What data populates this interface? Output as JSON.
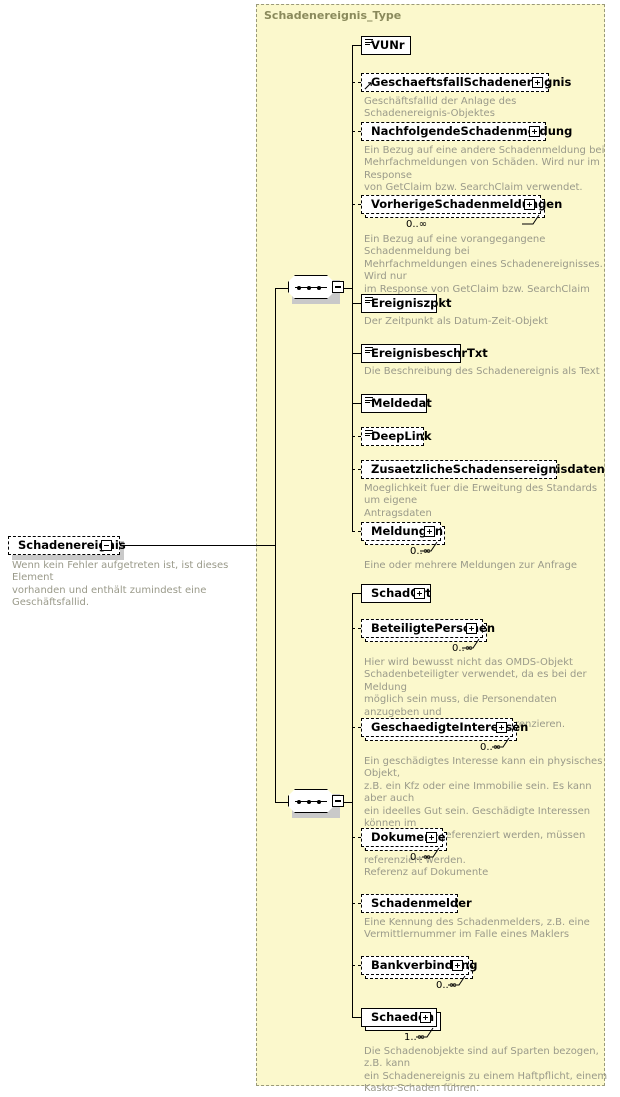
{
  "diagram": {
    "kind": "xsd-schema-diagram",
    "type_container_title": "Schadenereignis_Type",
    "root": {
      "name": "Schadenereignis",
      "optional": true,
      "toggle": "minus",
      "annotation": "Wenn kein Fehler aufgetreten ist, ist dieses Element\nvorhanden und enthält zumindest eine Geschäftsfallid."
    },
    "compositors": [
      {
        "name": "sequence-1",
        "glyph": "sequence-dots",
        "toggle": "minus"
      },
      {
        "name": "sequence-2",
        "glyph": "sequence-dots",
        "toggle": "minus"
      }
    ],
    "groups": [
      {
        "id": "group-1",
        "elements": [
          {
            "name": "VUNr",
            "optional": false,
            "simple_type_glyph": true,
            "reference_glyph": false,
            "expandable": false,
            "multiplicity": "",
            "annotation": ""
          },
          {
            "name": "GeschaeftsfallSchadenereignis",
            "optional": true,
            "simple_type_glyph": false,
            "reference_glyph": true,
            "expandable": true,
            "multiplicity": "",
            "annotation": "Geschäftsfallid der Anlage des Schadenereignis-Objektes"
          },
          {
            "name": "NachfolgendeSchadenmeldung",
            "optional": true,
            "simple_type_glyph": false,
            "reference_glyph": false,
            "expandable": true,
            "multiplicity": "",
            "annotation": "Ein Bezug auf eine andere Schadenmeldung bei\nMehrfachmeldungen von Schäden. Wird nur im Response\nvon GetClaim bzw. SearchClaim verwendet."
          },
          {
            "name": "VorherigeSchadenmeldungen",
            "optional": true,
            "simple_type_glyph": false,
            "reference_glyph": false,
            "expandable": true,
            "multiplicity": "0..∞",
            "annotation": "Ein Bezug auf eine vorangegangene Schadenmeldung bei\nMehrfachmeldungen eines Schadenereignisses. Wird nur\nim Response von GetClaim bzw. SearchClaim\nverwendet."
          },
          {
            "name": "Ereigniszpkt",
            "optional": false,
            "simple_type_glyph": true,
            "reference_glyph": false,
            "expandable": false,
            "multiplicity": "",
            "annotation": "Der Zeitpunkt als Datum-Zeit-Objekt"
          },
          {
            "name": "EreignisbeschrTxt",
            "optional": false,
            "simple_type_glyph": true,
            "reference_glyph": false,
            "expandable": false,
            "multiplicity": "",
            "annotation": "Die Beschreibung des Schadenereignis als Text"
          },
          {
            "name": "Meldedat",
            "optional": false,
            "simple_type_glyph": true,
            "reference_glyph": false,
            "expandable": false,
            "multiplicity": "",
            "annotation": ""
          },
          {
            "name": "DeepLink",
            "optional": true,
            "simple_type_glyph": true,
            "reference_glyph": false,
            "expandable": false,
            "multiplicity": "",
            "annotation": ""
          },
          {
            "name": "ZusaetzlicheSchadensereignisdaten",
            "optional": true,
            "simple_type_glyph": false,
            "reference_glyph": false,
            "expandable": false,
            "multiplicity": "",
            "annotation": "Moeglichkeit fuer die Erweitung des Standards um eigene\nAntragsdaten"
          },
          {
            "name": "Meldungen",
            "optional": true,
            "simple_type_glyph": false,
            "reference_glyph": false,
            "expandable": true,
            "multiplicity": "0..∞",
            "annotation": "Eine oder mehrere Meldungen zur Anfrage"
          }
        ]
      },
      {
        "id": "group-2",
        "elements": [
          {
            "name": "SchadOrt",
            "optional": false,
            "simple_type_glyph": false,
            "reference_glyph": false,
            "expandable": true,
            "multiplicity": "",
            "annotation": ""
          },
          {
            "name": "BeteiligtePersonen",
            "optional": true,
            "simple_type_glyph": false,
            "reference_glyph": false,
            "expandable": true,
            "multiplicity": "0..∞",
            "annotation": "Hier wird bewusst nicht das OMDS-Objekt\nSchadenbeteiligter verwendet, da es bei der Meldung\nmöglich sein muss, die Personendaten anzugeben und\nnicht nur auf Personen zu referenzieren."
          },
          {
            "name": "GeschaedigteInteressen",
            "optional": true,
            "simple_type_glyph": false,
            "reference_glyph": false,
            "expandable": true,
            "multiplicity": "0..∞",
            "annotation": "Ein geschädigtes Interesse kann ein physisches Objekt,\nz.B. ein Kfz oder eine Immobilie sein. Es kann aber auch\nein ideelles Gut sein. Geschädigte Interessen können im\nSchadenobjekt referenziert werden, müssen aber nicht\nreferenziert werden."
          },
          {
            "name": "Dokumente",
            "optional": true,
            "simple_type_glyph": false,
            "reference_glyph": false,
            "expandable": true,
            "multiplicity": "0..∞",
            "annotation": "Referenz auf Dokumente"
          },
          {
            "name": "Schadenmelder",
            "optional": true,
            "simple_type_glyph": false,
            "reference_glyph": false,
            "expandable": false,
            "multiplicity": "",
            "annotation": "Eine Kennung des Schadenmelders, z.B. eine\nVermittlernummer im Falle eines Maklers"
          },
          {
            "name": "Bankverbindung",
            "optional": true,
            "simple_type_glyph": false,
            "reference_glyph": false,
            "expandable": true,
            "multiplicity": "0..∞",
            "annotation": ""
          },
          {
            "name": "Schaeden",
            "optional": false,
            "simple_type_glyph": false,
            "reference_glyph": false,
            "expandable": true,
            "multiplicity": "1..∞",
            "annotation": "Die Schadenobjekte sind auf Sparten bezogen, z.B. kann\nein Schadenereignis zu einem Haftpflicht, einem\nKasko-Schaden führen."
          }
        ]
      }
    ],
    "colors": {
      "container_bg": "#fbf8cc",
      "container_border": "#9a9a7a",
      "title_text": "#8a8a5c",
      "annotation_text": "#9a9a8a",
      "node_fill": "#ffffff",
      "node_border": "#000000",
      "shadow": "#c9c9c9"
    }
  }
}
